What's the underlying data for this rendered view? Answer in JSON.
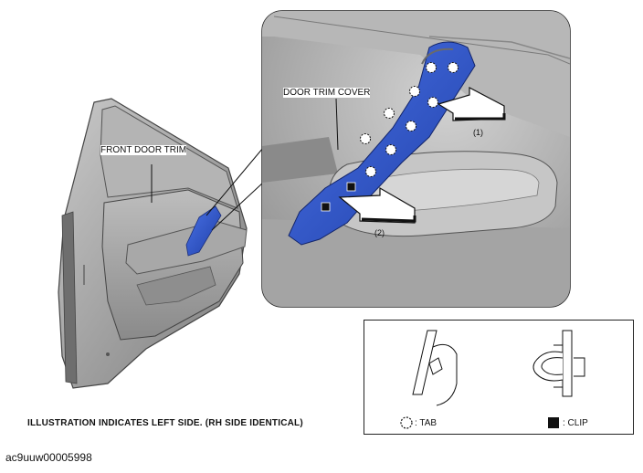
{
  "labels": {
    "front_door_trim": "FRONT DOOR TRIM",
    "door_trim_cover": "DOOR TRIM COVER",
    "step_1": "(1)",
    "step_2": "(2)"
  },
  "note": "ILLUSTRATION INDICATES LEFT SIDE.  (RH SIDE IDENTICAL)",
  "figure_id": "ac9uuw00005998",
  "legend": {
    "tab": ": TAB",
    "clip": ": CLIP"
  },
  "colors": {
    "trim_cover": "#2b52c8",
    "door_gray": "#9a9a9a",
    "outline": "#222222"
  }
}
